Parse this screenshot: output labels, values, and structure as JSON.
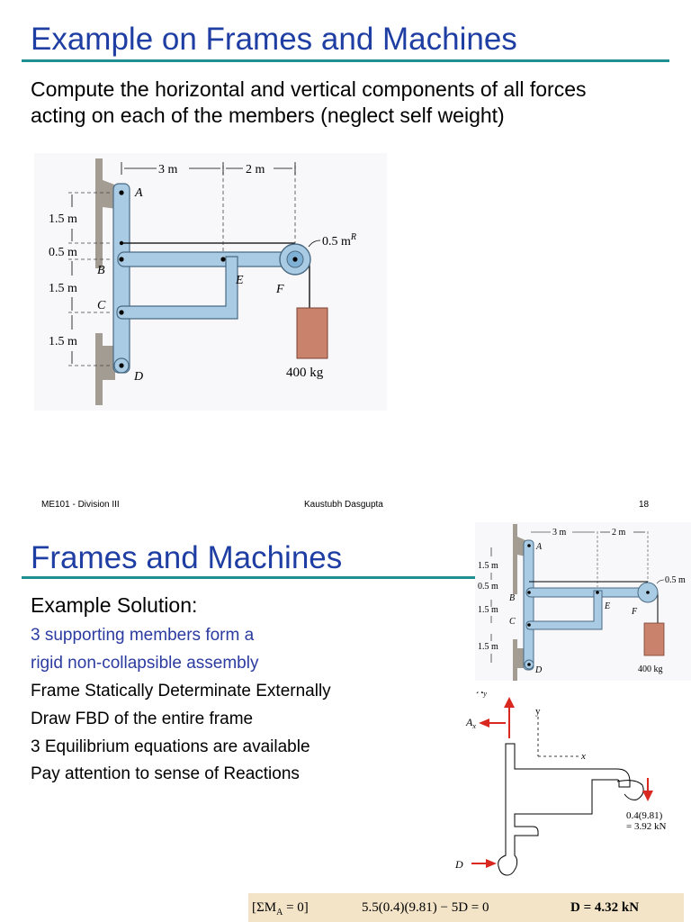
{
  "slide1": {
    "title": "Example on Frames and Machines",
    "question_line1": "Compute the horizontal and vertical components of all forces",
    "question_line2": "acting on each of the members (neglect self weight)",
    "figure": {
      "dim_3m": "3 m",
      "dim_2m": "2 m",
      "dim_1_5m": "1.5 m",
      "dim_0_5m": "0.5 m",
      "pulley_radius": "0.5 m",
      "pulley_radius_sup": "R",
      "label_A": "A",
      "label_B": "B",
      "label_C": "C",
      "label_D": "D",
      "label_E": "E",
      "label_F": "F",
      "mass": "400 kg"
    },
    "footer_left": "ME101 - Division III",
    "footer_center": "Kaustubh Dasgupta",
    "footer_right": "18"
  },
  "slide2": {
    "title": "Frames and Machines",
    "subtitle": "Example Solution:",
    "lines": [
      "3 supporting members form a",
      "rigid non-collapsible assembly",
      "Frame Statically Determinate Externally",
      "Draw FBD of the entire frame",
      "3 Equilibrium equations are available",
      "Pay attention to sense of Reactions"
    ],
    "fbd": {
      "Ay": "A",
      "Ay_sub": "y",
      "Ax": "A",
      "Ax_sub": "x",
      "axis_y": "y",
      "axis_x": "x",
      "D": "D",
      "load_line1": "0.4(9.81)",
      "load_line2": "= 3.92 kN"
    },
    "equation": {
      "part1": "[ΣM",
      "part1_sub": "A",
      "part1_end": " = 0]",
      "part2": "5.5(0.4)(9.81) − 5D = 0",
      "part3": "D = 4.32 kN"
    }
  },
  "colors": {
    "title": "#1f3ea3",
    "rule": "#1f8f8f",
    "member": "#a9cbe3",
    "member_stroke": "#4a6a84",
    "wall": "#a39c92",
    "mass": "#c9826c",
    "arrow": "#d9281f",
    "eq_bg": "#f3e4c8"
  }
}
